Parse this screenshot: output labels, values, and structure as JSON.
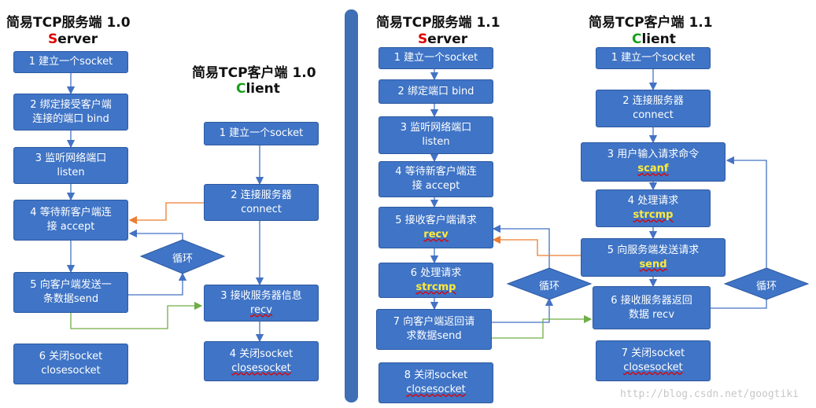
{
  "v10": {
    "server_title": "简易TCP服务端 1.0",
    "server_role": {
      "first": "S",
      "rest": "erver"
    },
    "client_title": "简易TCP客户端 1.0",
    "client_role": {
      "first": "C",
      "rest": "lient"
    },
    "server_steps": [
      {
        "l1": "1 建立一个socket",
        "l2": ""
      },
      {
        "l1": "2 绑定接受客户端",
        "l2": "连接的端口 bind"
      },
      {
        "l1": "3 监听网络端口",
        "l2": "listen"
      },
      {
        "l1": "4 等待新客户端连",
        "l2": "接 accept"
      },
      {
        "l1": "5 向客户端发送一",
        "l2": "条数据send"
      },
      {
        "l1": "6 关闭socket",
        "l2": "closesocket"
      }
    ],
    "loop_label": "循环",
    "client_steps": [
      {
        "l1": "1 建立一个socket",
        "l2": ""
      },
      {
        "l1": "2 连接服务器",
        "l2": "connect"
      },
      {
        "l1": "3 接收服务器信息",
        "l2": "recv"
      },
      {
        "l1": "4 关闭socket",
        "l2": "closesocket"
      }
    ]
  },
  "v11": {
    "server_title": "简易TCP服务端 1.1",
    "server_role": {
      "first": "S",
      "rest": "erver"
    },
    "client_title": "简易TCP客户端 1.1",
    "client_role": {
      "first": "C",
      "rest": "lient"
    },
    "server_steps": [
      {
        "l1": "1 建立一个socket",
        "l2": ""
      },
      {
        "l1": "2 绑定端口 bind",
        "l2": ""
      },
      {
        "l1": "3 监听网络端口",
        "l2": "listen"
      },
      {
        "l1": "4 等待新客户端连",
        "l2": "接 accept"
      },
      {
        "l1": "5 接收客户端请求",
        "l2": "recv"
      },
      {
        "l1": "6 处理请求",
        "l2": "strcmp"
      },
      {
        "l1": "7 向客户端返回请",
        "l2": "求数据send"
      },
      {
        "l1": "8 关闭socket",
        "l2": "closesocket"
      }
    ],
    "server_loop_label": "循环",
    "client_steps": [
      {
        "l1": "1 建立一个socket",
        "l2": ""
      },
      {
        "l1": "2 连接服务器",
        "l2": "connect"
      },
      {
        "l1": "3 用户输入请求命令",
        "l2": "scanf"
      },
      {
        "l1": "4 处理请求",
        "l2": "strcmp"
      },
      {
        "l1": "5 向服务端发送请求",
        "l2": "send"
      },
      {
        "l1": "6 接收服务器返回",
        "l2": "数据 recv"
      },
      {
        "l1": "7 关闭socket",
        "l2": "closesocket"
      }
    ],
    "client_loop_label": "循环"
  },
  "watermark": "http://blog.csdn.net/googtiki",
  "colors": {
    "box": "#3f74c6",
    "arrow": "#4472c4",
    "orange": "#ed7d31",
    "green": "#70ad47"
  }
}
